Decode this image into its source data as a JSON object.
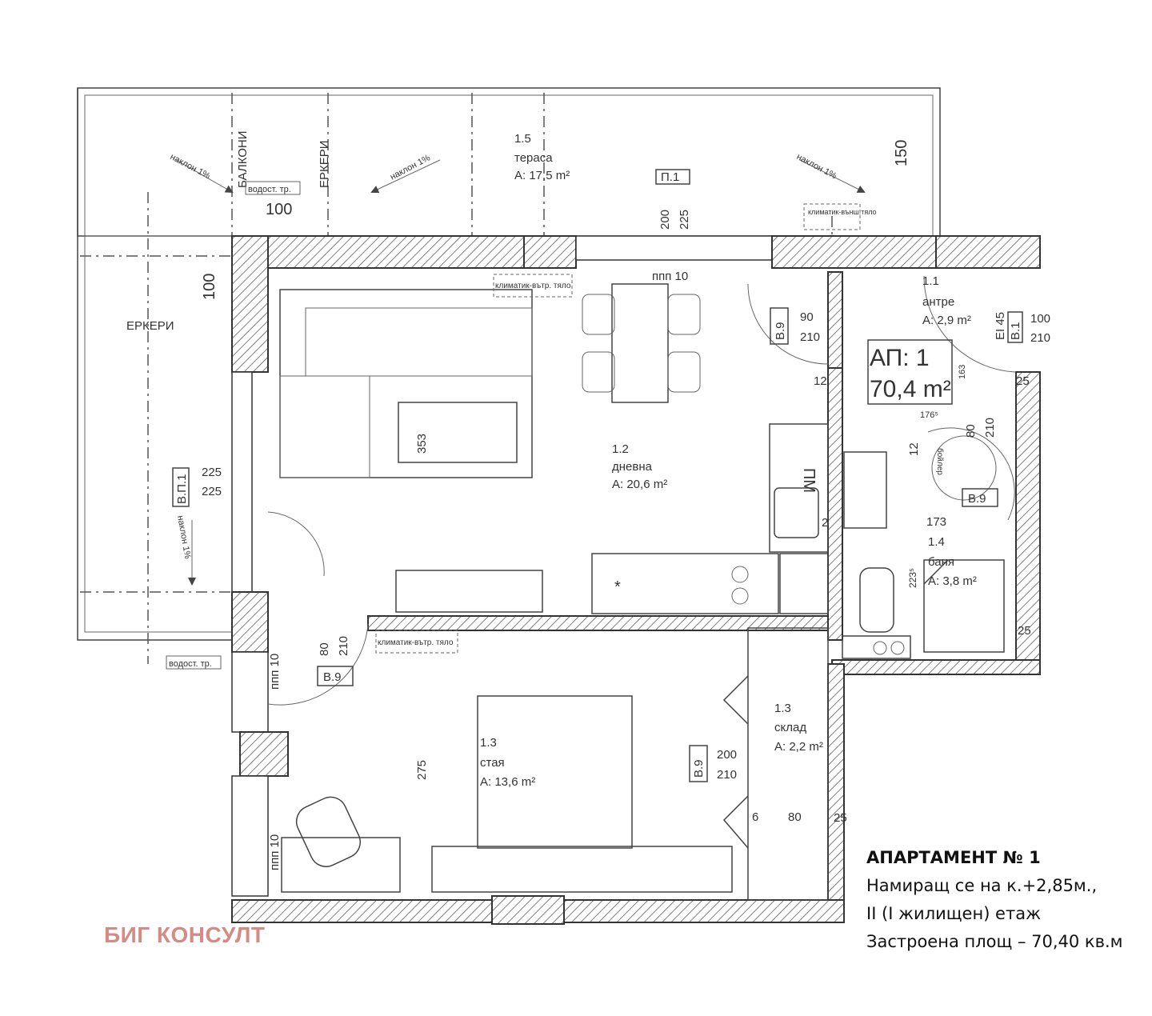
{
  "plan": {
    "rooms": {
      "terrace": {
        "number": "1.5",
        "name": "тераса",
        "area": "A: 17,5 m²"
      },
      "living": {
        "number": "1.2",
        "name": "дневна",
        "area": "A: 20,6 m²"
      },
      "entrance": {
        "number": "1.1",
        "name": "антре",
        "area": "A: 2,9 m²"
      },
      "bath": {
        "number": "1.4",
        "name": "баня",
        "area": "A: 3,8 m²"
      },
      "bedroom": {
        "number": "1.3",
        "name": "стая",
        "area": "A: 13,6 m²"
      },
      "storage": {
        "number": "1.3",
        "name": "склад",
        "area": "A: 2,2 m²"
      }
    },
    "apartment_box": {
      "line1": "АП: 1",
      "line2": "70,4 m²"
    },
    "labels": {
      "balconies": "БАЛКОНИ",
      "bay1": "ЕРКЕРИ",
      "bay2": "ЕРКЕРИ",
      "slope1": "наклон 1%",
      "slope2": "наклон 1%",
      "slope3": "наклон 1%",
      "slope4": "наклон 1%",
      "drain1": "водост. тр.",
      "drain2": "водост. тр.",
      "ac_out": "климатик-външ.тяло",
      "ac_in1": "климатик-вътр. тяло",
      "ac_in2": "климатик-вътр. тяло",
      "p1": "П.1",
      "vp1": "В.П.1",
      "ppp1": "ппп 10",
      "ppp2": "ппп 10",
      "ppp3": "ппп 10",
      "fridge": "ПМ",
      "boiler": "бойлер",
      "ei45": "EI 45",
      "v1": "В.1",
      "v9a": "В.9",
      "v9b": "В.9",
      "v9c": "В.9",
      "v9d": "В.9"
    },
    "dims": {
      "d150": "150",
      "d100a": "100",
      "d100b": "100",
      "d200": "200",
      "d225": "225",
      "d90": "90",
      "d210a": "210",
      "d163": "163",
      "d1765": "176⁵",
      "d12a": "12",
      "d12b": "12",
      "d25a": "25",
      "d25b": "25",
      "d25c": "25",
      "d80a": "80",
      "d210b": "210",
      "d173": "173",
      "d2235": "223⁵",
      "d2": "2",
      "d353": "353",
      "d225b": "225",
      "d225c": "225",
      "d80b": "80",
      "d210c": "210",
      "d275": "275",
      "d200b": "200",
      "d210d": "210",
      "d6": "6",
      "d80c": "80",
      "d100c": "100",
      "d210e": "210"
    }
  },
  "info": {
    "title": "АПАРТАМЕНТ № 1",
    "line1": "Намиращ се на к.+2,85м.,",
    "line2": "II (I жилищен) етаж",
    "line3": "Застроена площ – 70,40 кв.м"
  },
  "logo": "БИГ КОНСУЛТ"
}
